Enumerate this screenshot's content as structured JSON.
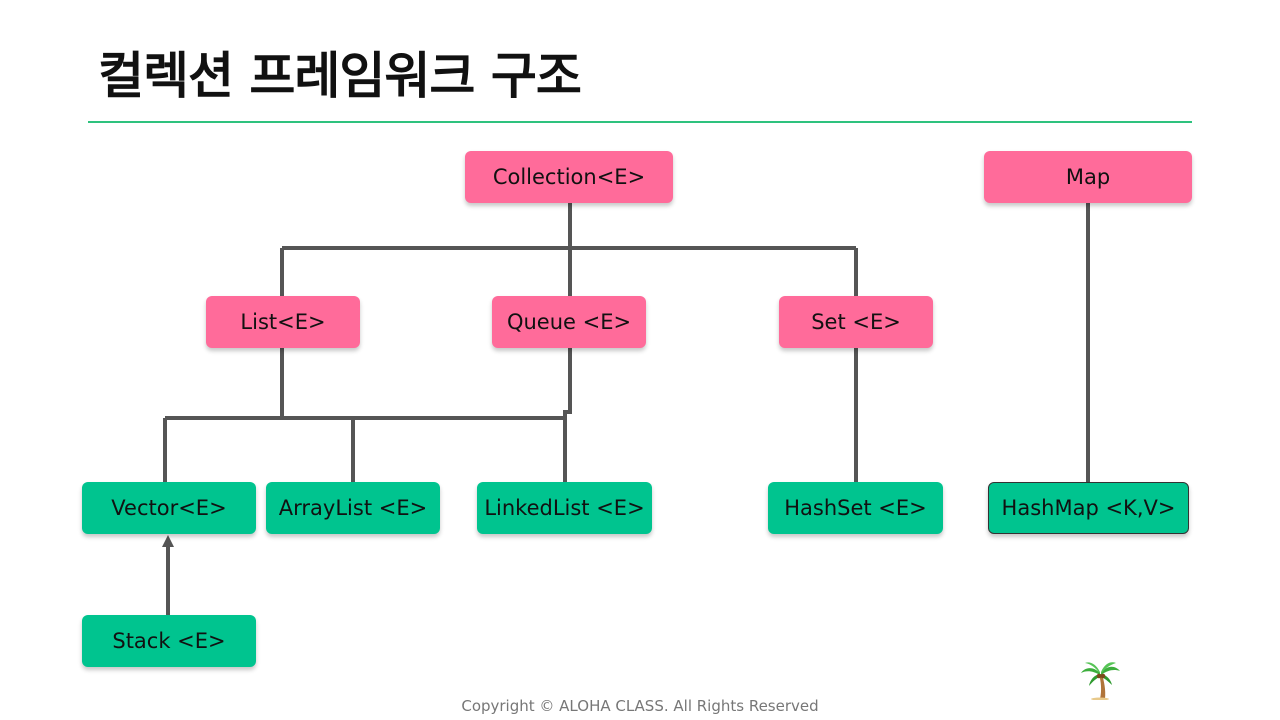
{
  "title": "컬렉션 프레임워크 구조",
  "nodes": {
    "collection": "Collection<E>",
    "map": "Map",
    "list": "List<E>",
    "queue": "Queue <E>",
    "set": "Set <E>",
    "vector": "Vector<E>",
    "arraylist": "ArrayList <E>",
    "linkedlist": "LinkedList <E>",
    "hashset": "HashSet <E>",
    "hashmap": "HashMap <K,V>",
    "stack": "Stack <E>"
  },
  "footer": "Copyright © ALOHA CLASS. All Rights Reserved",
  "colors": {
    "interface": "#ff6b9a",
    "class": "#00c48f",
    "rule": "#2ec27e",
    "connector": "#555555"
  },
  "logo": "palm-tree-icon"
}
